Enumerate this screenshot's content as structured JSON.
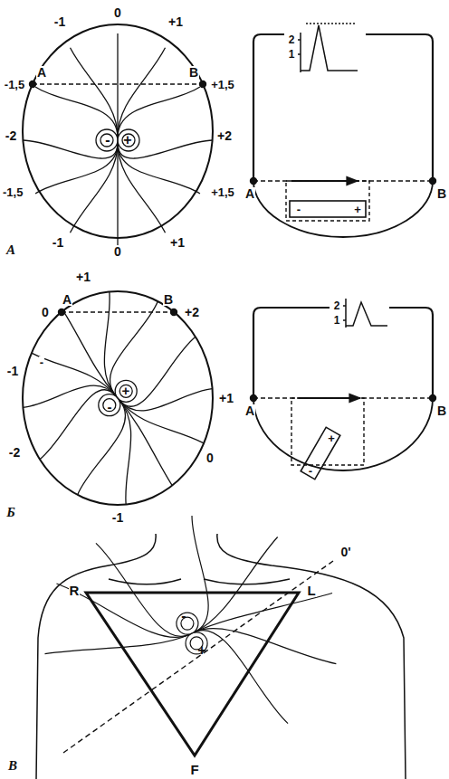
{
  "diagram": {
    "labels": [
      "0",
      "-1",
      "+1",
      "A",
      "-1,5",
      "B",
      "+1,5",
      "-2",
      "+2",
      "-1,5",
      "+1,5",
      "-1",
      "+1",
      "0",
      "-",
      "+",
      "2",
      "1",
      "A",
      "B",
      "-",
      "+",
      "А",
      "+1",
      "0",
      "A",
      "B",
      "+2",
      "-",
      "-1",
      "+1",
      "-2",
      "0",
      "-1",
      "-",
      "+",
      "2",
      "1",
      "A",
      "B",
      "+",
      "-",
      "Б",
      "R",
      "L",
      "0'",
      "-",
      "+",
      "F",
      "В"
    ]
  }
}
